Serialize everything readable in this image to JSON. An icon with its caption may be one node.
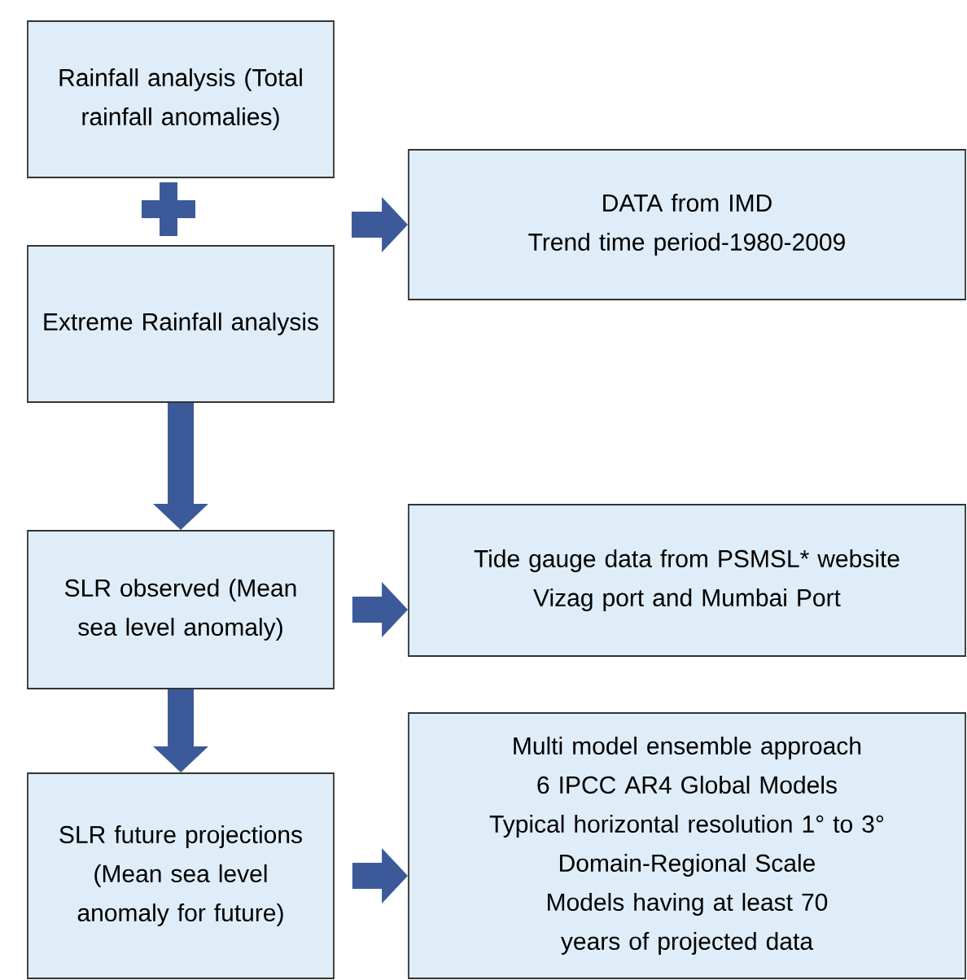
{
  "diagram": {
    "nodes": [
      {
        "text": [
          "Rainfall analysis (Total rainfall anomalies)"
        ]
      },
      {
        "text": [
          "Extreme Rainfall analysis"
        ]
      },
      {
        "text": [
          "DATA from IMD",
          "Trend time period-1980-2009"
        ]
      },
      {
        "text": [
          "SLR observed (Mean sea level anomaly)"
        ]
      },
      {
        "text": [
          "Tide gauge data from PSMSL* website",
          "Vizag port and Mumbai Port"
        ]
      },
      {
        "text": [
          "SLR future projections (Mean sea level anomaly for future)"
        ]
      },
      {
        "text": [
          "Multi model ensemble approach",
          "6 IPCC AR4 Global Models",
          "Typical horizontal resolution 1° to 3°",
          "Domain-Regional Scale",
          "Models having at least 70 years of projected data"
        ]
      }
    ],
    "edges": [
      {
        "from": null,
        "to": 2,
        "arrow": "to"
      },
      {
        "from": 1,
        "to": 3,
        "arrow": "to"
      },
      {
        "from": 3,
        "to": 4,
        "arrow": "to"
      },
      {
        "from": 3,
        "to": 5,
        "arrow": "to"
      },
      {
        "from": 5,
        "to": 6,
        "arrow": "to"
      }
    ]
  }
}
